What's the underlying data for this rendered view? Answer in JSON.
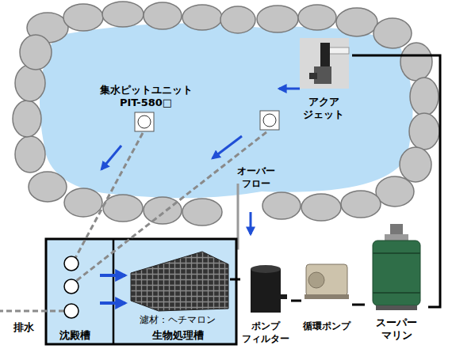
{
  "diagram": {
    "nodes": [
      {
        "text": [
          "アクア ジェット"
        ]
      },
      {
        "text": [
          "沈殿槽"
        ]
      },
      {
        "text": [
          "濾材：ヘチマロン",
          "生物処理槽"
        ]
      },
      {
        "text": [
          "ポンプ フィルター"
        ]
      },
      {
        "text": [
          "循環ポンプ"
        ]
      },
      {
        "text": [
          "スーパー マリン"
        ]
      }
    ],
    "edges": [
      {
        "from": 1,
        "to": 2,
        "arrow": "to"
      },
      {
        "from": 1,
        "to": 2,
        "arrow": "to"
      },
      {
        "from": 2,
        "to": 3,
        "arrow": "none"
      },
      {
        "from": 3,
        "to": 4,
        "arrow": "none"
      },
      {
        "from": 4,
        "to": 5,
        "arrow": "none"
      },
      {
        "from": 5,
        "to": 0,
        "arrow": "none"
      }
    ],
    "labels": [
      "集水ピットユニット PIT-580□",
      "オーバー フロー",
      "排水"
    ]
  }
}
